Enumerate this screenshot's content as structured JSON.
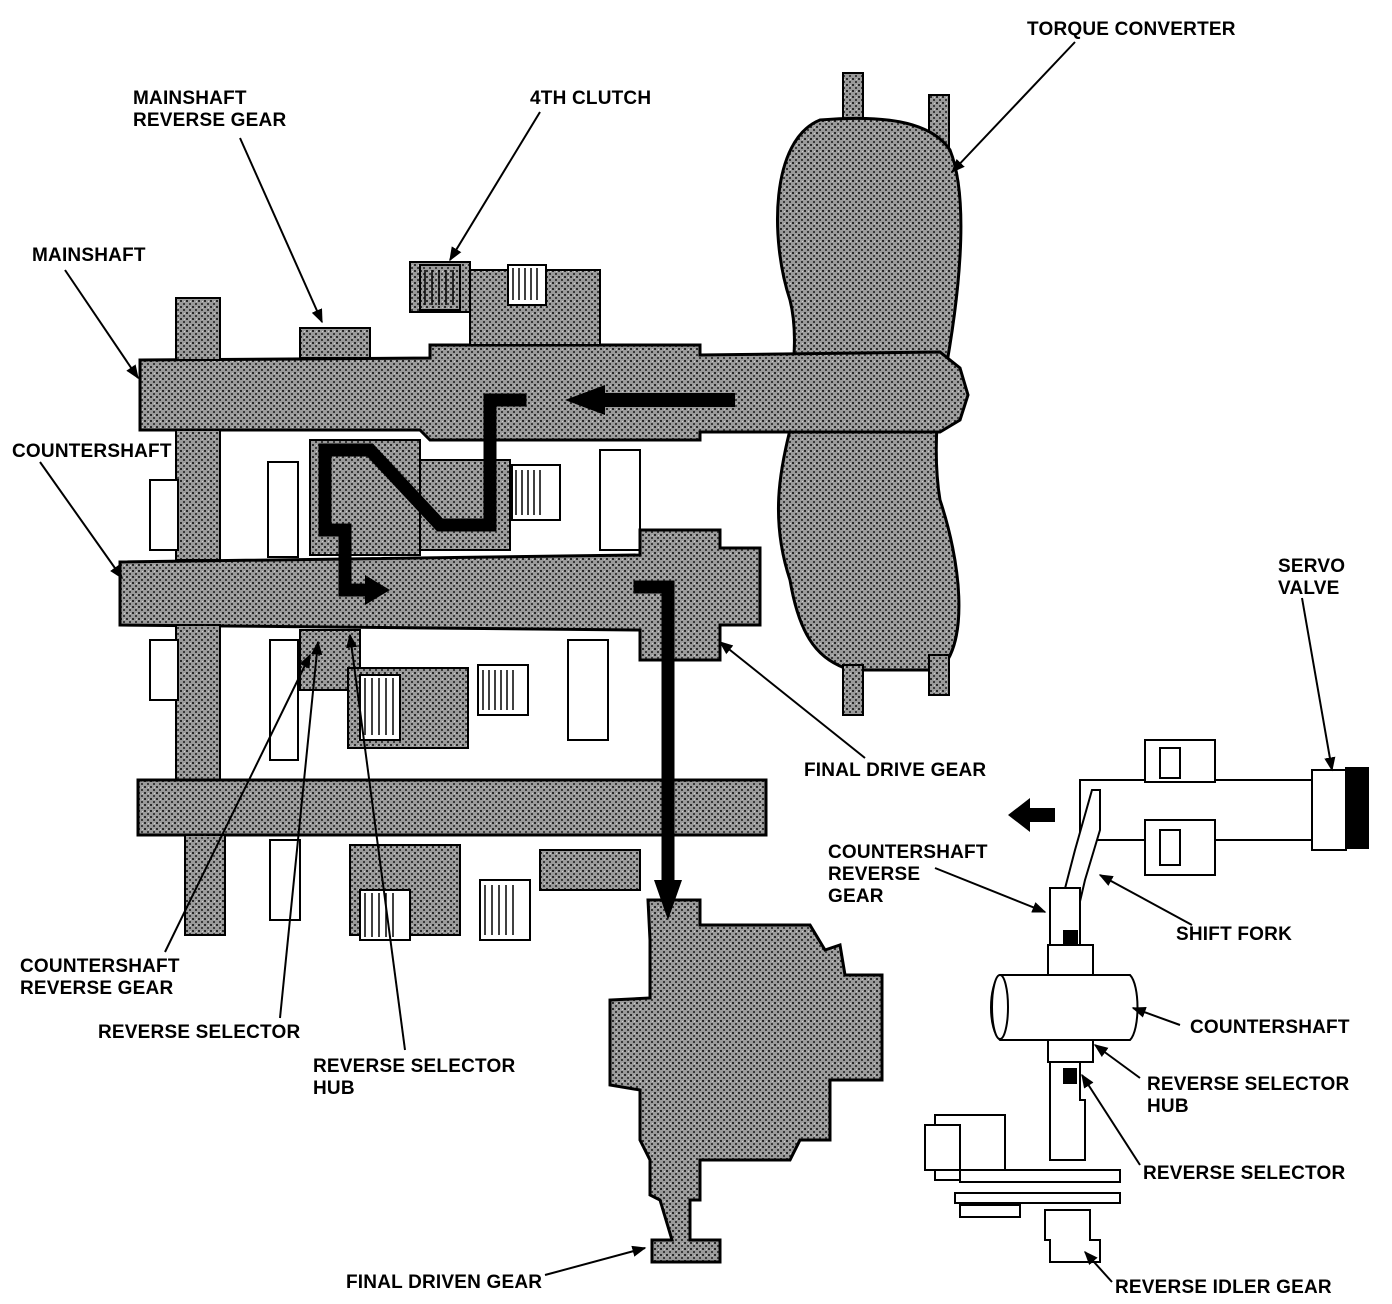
{
  "labels": {
    "torque_converter": "TORQUE CONVERTER",
    "mainshaft_reverse_gear": [
      "MAINSHAFT",
      "REVERSE GEAR"
    ],
    "fourth_clutch": "4TH CLUTCH",
    "mainshaft": "MAINSHAFT",
    "countershaft": "COUNTERSHAFT",
    "servo_valve": [
      "SERVO",
      "VALVE"
    ],
    "final_drive_gear": "FINAL DRIVE GEAR",
    "countershaft_reverse_gear_right": [
      "COUNTERSHAFT",
      "REVERSE",
      "GEAR"
    ],
    "shift_fork": "SHIFT FORK",
    "countershaft_reverse_gear_left": [
      "COUNTERSHAFT",
      "REVERSE GEAR"
    ],
    "countershaft_right": "COUNTERSHAFT",
    "reverse_selector_left": "REVERSE SELECTOR",
    "reverse_selector_hub_left": [
      "REVERSE SELECTOR",
      "HUB"
    ],
    "reverse_selector_hub_right": [
      "REVERSE SELECTOR",
      "HUB"
    ],
    "reverse_selector_right": "REVERSE SELECTOR",
    "final_driven_gear": "FINAL DRIVEN GEAR",
    "reverse_idler_gear": "REVERSE IDLER GEAR"
  },
  "colors": {
    "ink": "#000000",
    "fill": "#8a8a8a",
    "background": "#ffffff",
    "flow": "#000000"
  }
}
